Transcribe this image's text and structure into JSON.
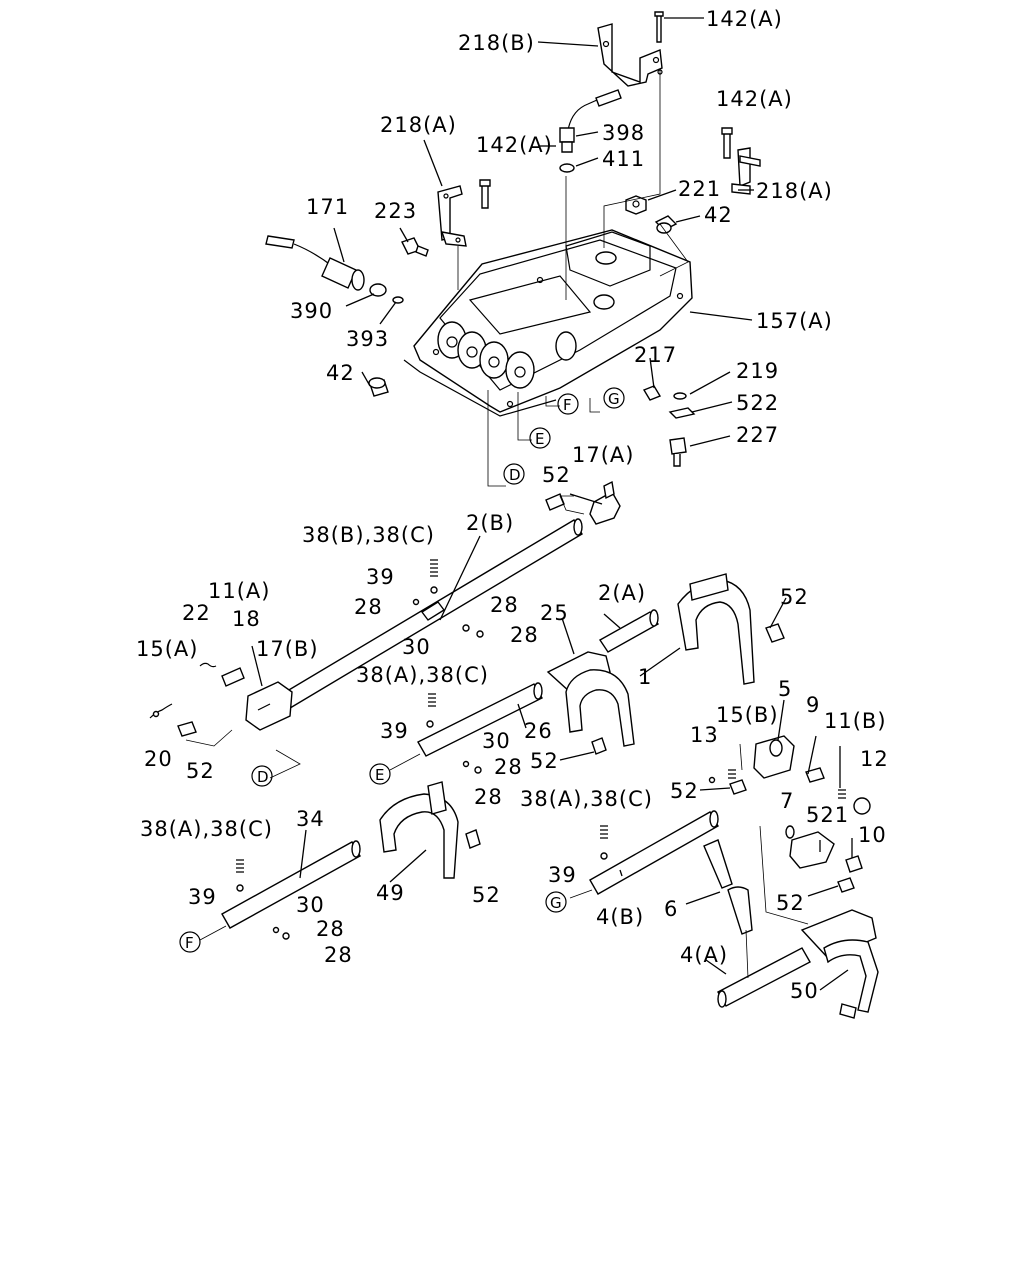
{
  "diagram": {
    "labels": [
      "142(A)",
      "218(B)",
      "142(A)",
      "218(A)",
      "142(A)",
      "398",
      "411",
      "218(A)",
      "221",
      "42",
      "171",
      "223",
      "390",
      "393",
      "157(A)",
      "42",
      "217",
      "219",
      "522",
      "227",
      "F",
      "G",
      "E",
      "D",
      "52",
      "17(A)",
      "38(B),38(C)",
      "2(B)",
      "39",
      "28",
      "28",
      "30",
      "28",
      "11(A)",
      "22",
      "18",
      "15(A)",
      "17(B)",
      "20",
      "52",
      "D",
      "2(A)",
      "52",
      "25",
      "1",
      "38(A),38(C)",
      "39",
      "26",
      "30",
      "28",
      "28",
      "E",
      "52",
      "5",
      "13",
      "15(B)",
      "9",
      "11(B)",
      "12",
      "52",
      "7",
      "38(A),38(C)",
      "34",
      "39",
      "30",
      "28",
      "28",
      "F",
      "49",
      "52",
      "38(A),38(C)",
      "39",
      "G",
      "4(B)",
      "6",
      "521",
      "10",
      "52",
      "4(A)",
      "50"
    ]
  }
}
